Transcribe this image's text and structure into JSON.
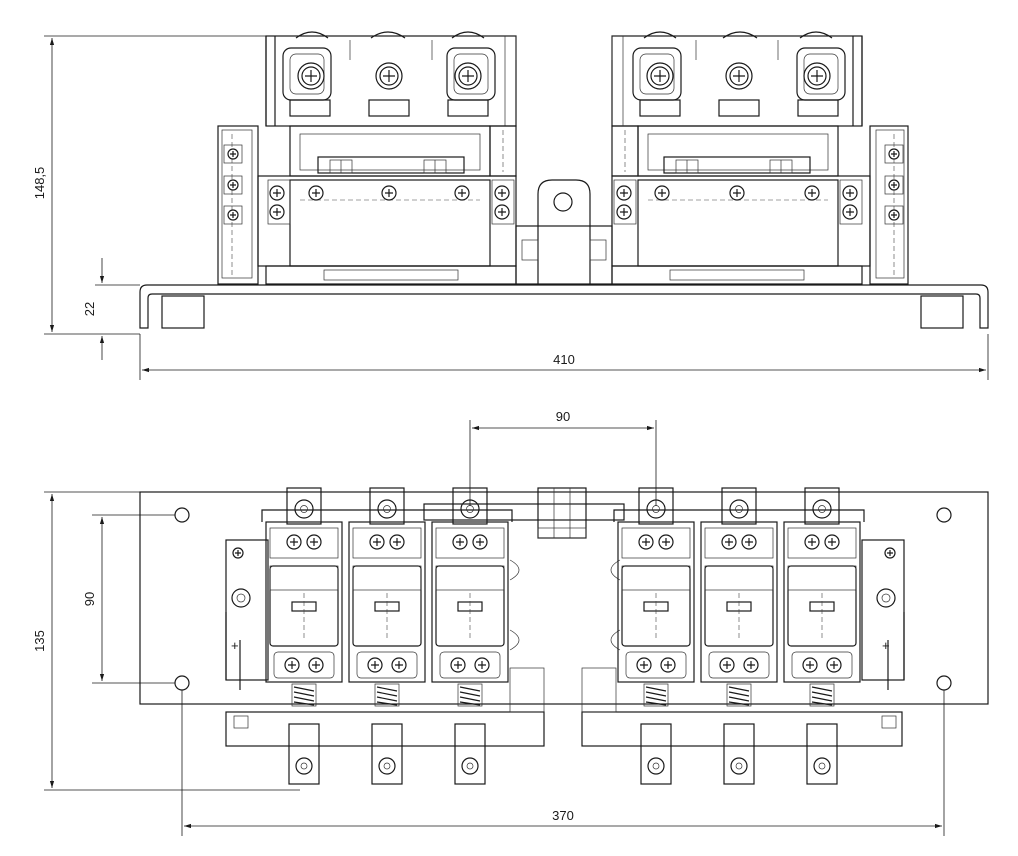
{
  "dimensions": {
    "side_height": "148,5",
    "side_base": "22",
    "side_width": "410",
    "top_pole_spacing": "90",
    "top_hole_spacing": "90",
    "top_depth": "135",
    "top_hole_width": "370"
  },
  "labels": {
    "plus_left": "+",
    "plus_right": "+"
  }
}
